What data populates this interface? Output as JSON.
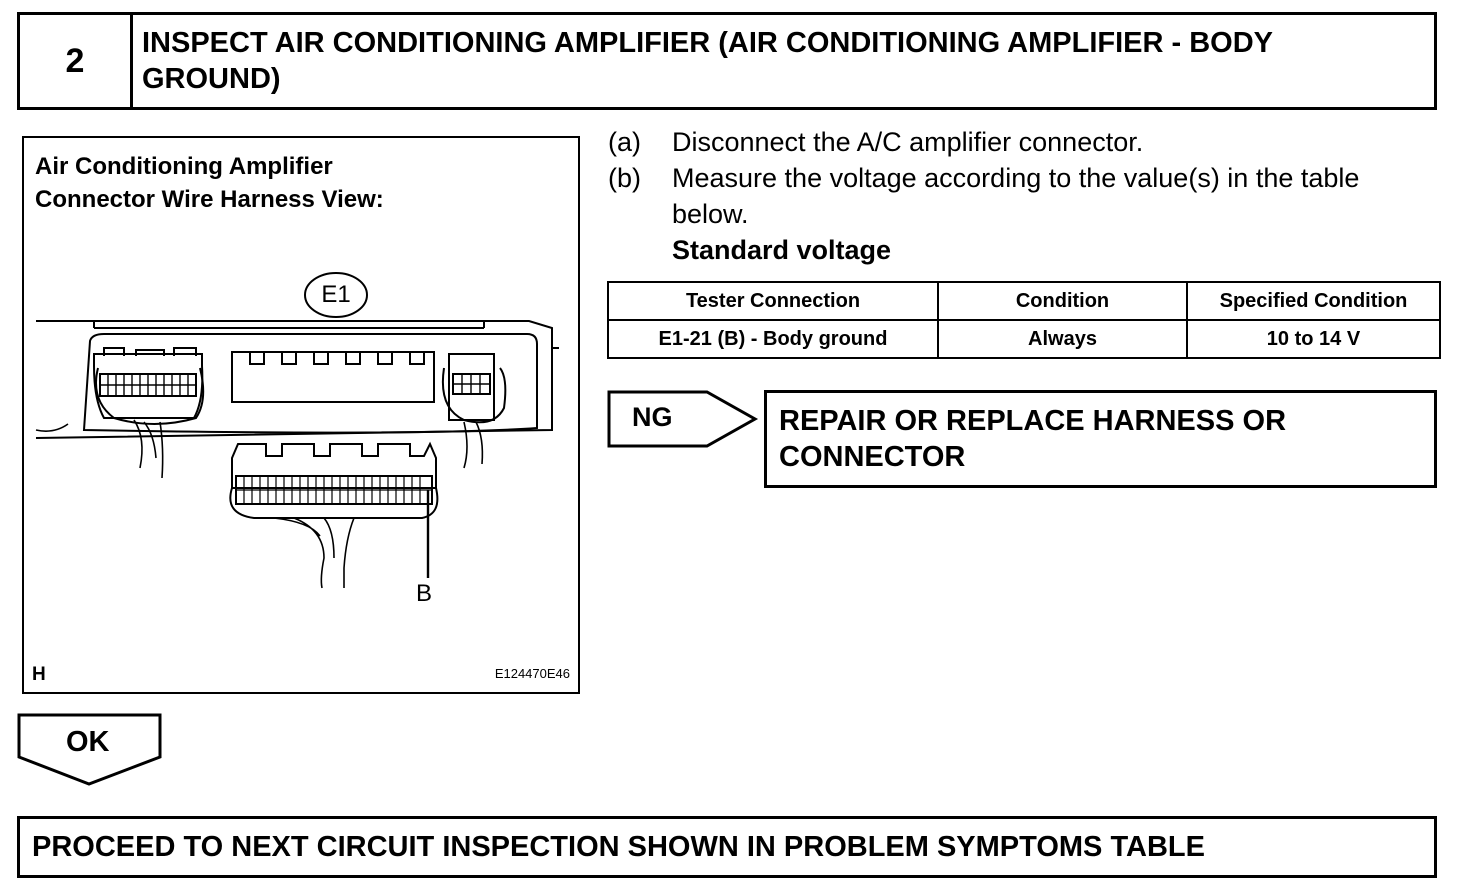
{
  "step": {
    "number": "2",
    "title": "INSPECT AIR CONDITIONING AMPLIFIER (AIR CONDITIONING AMPLIFIER - BODY GROUND)"
  },
  "figure": {
    "caption": "Air Conditioning Amplifier\nConnector Wire Harness View:",
    "connector_label": "E1",
    "pin_label": "B",
    "corner_mark": "H",
    "figure_code": "E124470E46"
  },
  "instructions": [
    {
      "letter": "(a)",
      "text": "Disconnect the A/C amplifier connector."
    },
    {
      "letter": "(b)",
      "text": "Measure the voltage according to the value(s) in the table below."
    }
  ],
  "standard_label": "Standard voltage",
  "table": {
    "headers": [
      "Tester Connection",
      "Condition",
      "Specified Condition"
    ],
    "rows": [
      [
        "E1-21 (B) - Body ground",
        "Always",
        "10 to 14 V"
      ]
    ]
  },
  "ng": {
    "label": "NG",
    "action": "REPAIR OR REPLACE HARNESS OR CONNECTOR"
  },
  "ok": {
    "label": "OK",
    "action": "PROCEED TO NEXT CIRCUIT INSPECTION SHOWN IN PROBLEM SYMPTOMS TABLE"
  }
}
